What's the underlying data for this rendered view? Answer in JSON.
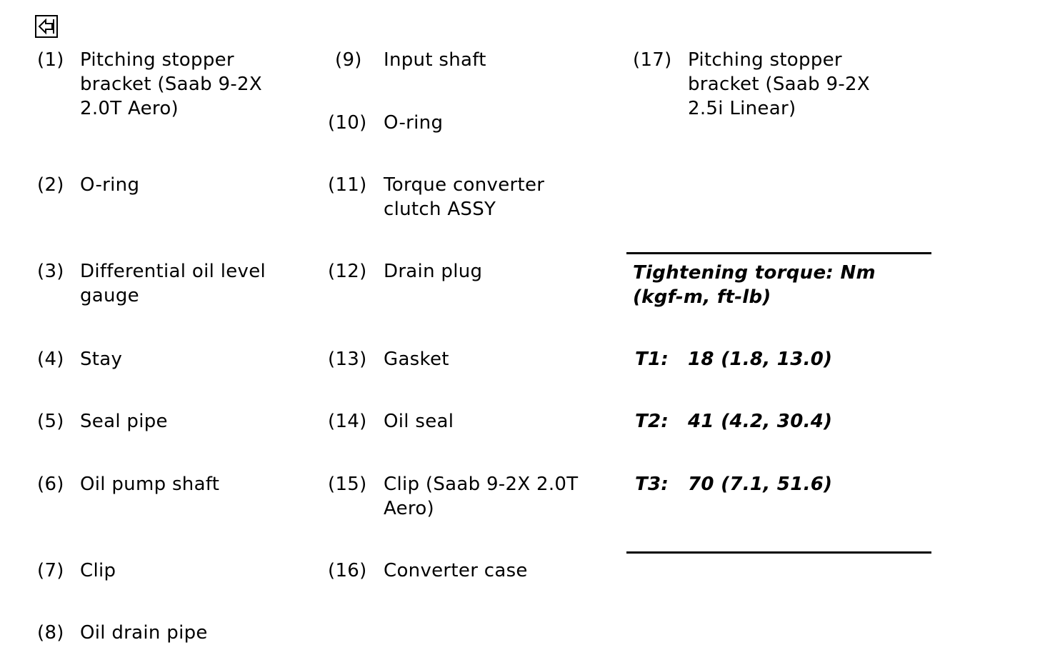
{
  "nav": {
    "back_icon": "back-arrow-icon"
  },
  "legend": {
    "col1": [
      {
        "num": "(1)",
        "label": "Pitching stopper bracket (Saab 9-2X 2.0T Aero)"
      },
      {
        "num": "(2)",
        "label": "O-ring"
      },
      {
        "num": "(3)",
        "label": "Differential oil level gauge"
      },
      {
        "num": "(4)",
        "label": "Stay"
      },
      {
        "num": "(5)",
        "label": "Seal pipe"
      },
      {
        "num": "(6)",
        "label": "Oil pump shaft"
      },
      {
        "num": "(7)",
        "label": "Clip"
      },
      {
        "num": "(8)",
        "label": "Oil drain pipe"
      }
    ],
    "col2": [
      {
        "num": "(9)",
        "label": "Input shaft"
      },
      {
        "num": "(10)",
        "label": "O-ring"
      },
      {
        "num": "(11)",
        "label": "Torque converter clutch ASSY"
      },
      {
        "num": "(12)",
        "label": "Drain plug"
      },
      {
        "num": "(13)",
        "label": "Gasket"
      },
      {
        "num": "(14)",
        "label": "Oil seal"
      },
      {
        "num": "(15)",
        "label": "Clip (Saab 9-2X 2.0T Aero)"
      },
      {
        "num": "(16)",
        "label": "Converter case"
      }
    ],
    "col3": [
      {
        "num": "(17)",
        "label": "Pitching stopper bracket (Saab 9-2X 2.5i Linear)"
      }
    ]
  },
  "torque": {
    "heading": "Tightening torque: Nm (kgf-m, ft-lb)",
    "rows": [
      {
        "key": "T1:",
        "value": "18 (1.8, 13.0)"
      },
      {
        "key": "T2:",
        "value": "41 (4.2, 30.4)"
      },
      {
        "key": "T3:",
        "value": "70 (7.1, 51.6)"
      }
    ]
  }
}
